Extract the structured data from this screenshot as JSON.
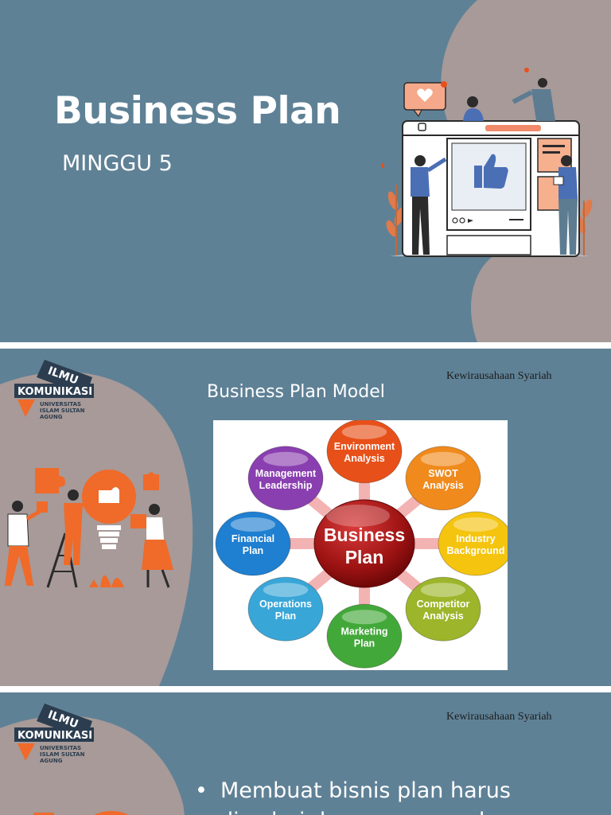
{
  "slide1": {
    "title": "Business Plan",
    "subtitle": "MINGGU 5"
  },
  "slide2": {
    "footer": "Kewirausahaan Syariah",
    "heading": "Business Plan Model",
    "logo": {
      "line1": "ILMU",
      "line2": "KOMUNIKASI",
      "line3": "UNIVERSITAS",
      "line4": "ISLAM SULTAN",
      "line5": "AGUNG"
    },
    "diagram": {
      "center": {
        "line1": "Business",
        "line2": "Plan"
      },
      "nodes": [
        {
          "line1": "Environment",
          "line2": "Analysis",
          "color": "#e8501a"
        },
        {
          "line1": "SWOT",
          "line2": "Analysis",
          "color": "#f08a1c"
        },
        {
          "line1": "Industry",
          "line2": "Background",
          "color": "#f4c40f"
        },
        {
          "line1": "Competitor",
          "line2": "Analysis",
          "color": "#9cb52a"
        },
        {
          "line1": "Marketing",
          "line2": "Plan",
          "color": "#43a83a"
        },
        {
          "line1": "Operations",
          "line2": "Plan",
          "color": "#39a6d8"
        },
        {
          "line1": "Financial",
          "line2": "Plan",
          "color": "#1f7fd0"
        },
        {
          "line1": "Management",
          "line2": "Leadership",
          "color": "#8a3fb0"
        }
      ]
    }
  },
  "slide3": {
    "footer": "Kewirausahaan Syariah",
    "logo": {
      "line1": "ILMU",
      "line2": "KOMUNIKASI",
      "line3": "UNIVERSITAS",
      "line4": "ISLAM SULTAN",
      "line5": "AGUNG"
    },
    "bullet": {
      "marker": "•",
      "line1": "Membuat bisnis plan harus",
      "line2": "disadari dengan sungguh-"
    }
  },
  "colors": {
    "background": "#5f8196",
    "blob": "#a79a98",
    "accent_orange": "#f06a2a",
    "figure_blue": "#4a6fb5"
  }
}
